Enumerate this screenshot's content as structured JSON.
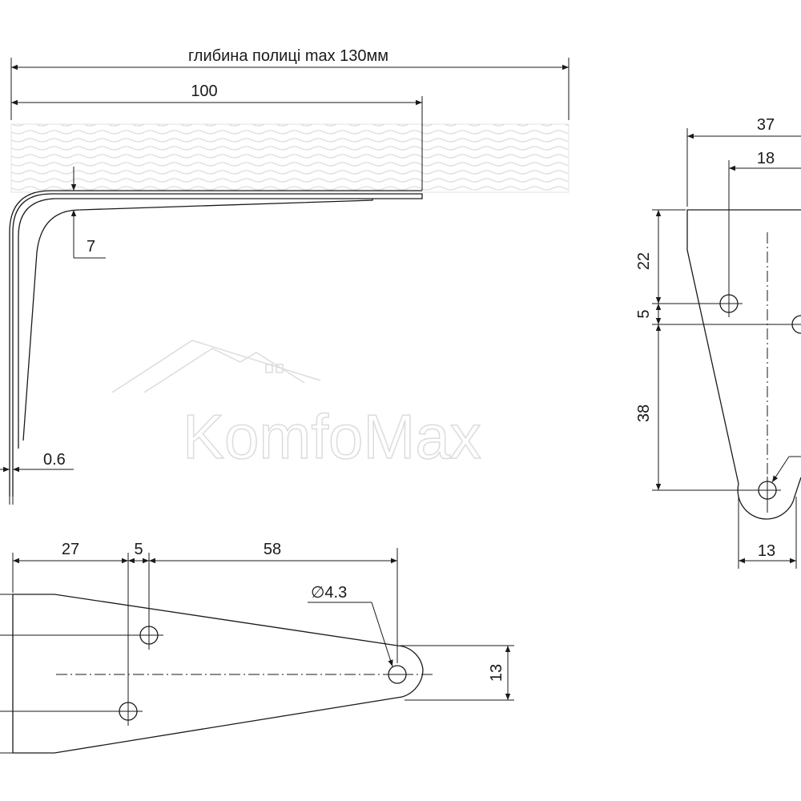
{
  "watermark": {
    "brand": "KomfoMax"
  },
  "side_view": {
    "shelf_depth_label": "глибина полиці max 130мм",
    "arm_length_label": "100",
    "offset_label": "7",
    "thickness_label": "0.6"
  },
  "top_view": {
    "dim_27": "27",
    "dim_5": "5",
    "dim_58": "58",
    "hole_label": "∅4.3",
    "dim_13": "13"
  },
  "front_view": {
    "dim_37": "37",
    "dim_18": "18",
    "dim_22": "22",
    "dim_5": "5",
    "dim_38": "38",
    "dim_13": "13"
  }
}
